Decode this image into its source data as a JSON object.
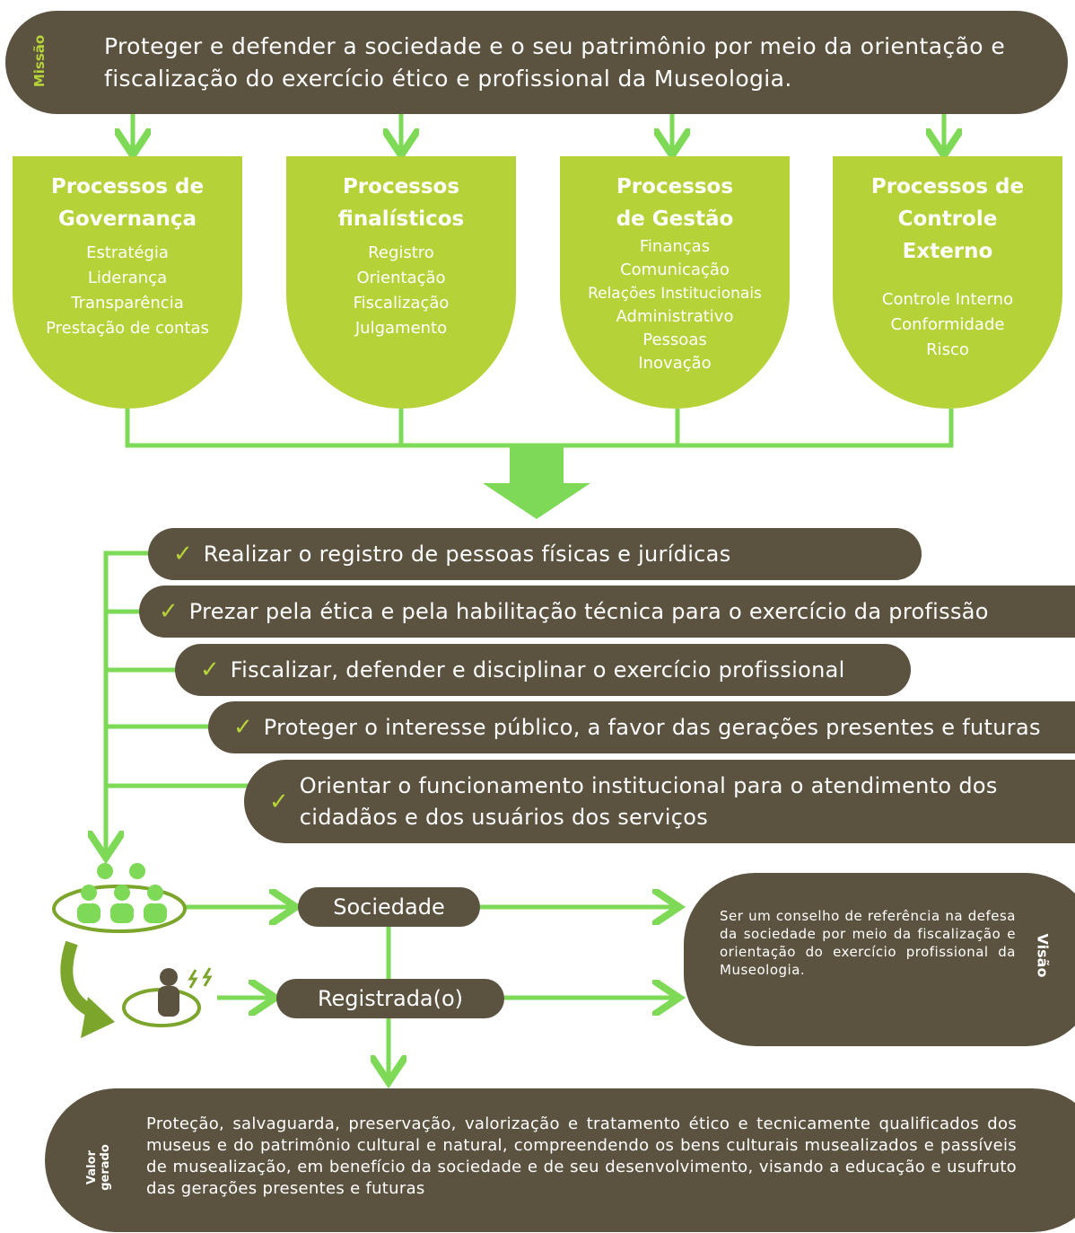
{
  "mission": {
    "tag": "Missão",
    "text": "Proteger e defender a sociedade e o seu patrimônio por meio da orientação e fiscalização do exercício ético e profissional da Museologia."
  },
  "processes": [
    {
      "title": "Processos de\nGovernança",
      "items": [
        "Estratégia",
        "Liderança",
        "Transparência",
        "Prestação de contas"
      ]
    },
    {
      "title": "Processos\nfinalísticos",
      "items": [
        "Registro",
        "Orientação",
        "Fiscalização",
        "Julgamento"
      ]
    },
    {
      "title": "Processos\nde Gestão",
      "items": [
        "Finanças",
        "Comunicação",
        "Relações Institucionais",
        "Administrativo",
        "Pessoas",
        "Inovação"
      ]
    },
    {
      "title": "Processos de\nControle\nExterno",
      "items": [
        "Controle Interno",
        "Conformidade",
        "Risco"
      ]
    }
  ],
  "objectives": [
    "Realizar o registro de pessoas físicas e jurídicas",
    "Prezar pela ética e pela habilitação técnica para o exercício da profissão",
    "Fiscalizar, defender e disciplinar o exercício profissional",
    "Proteger o interesse público, a favor das gerações presentes e futuras",
    "Orientar o funcionamento institucional para o atendimento dos cidadãos e dos usuários dos serviços"
  ],
  "beneficiaries": {
    "society": "Sociedade",
    "registered": "Registrada(o)"
  },
  "vision": {
    "tag": "Visão",
    "text": "Ser um conselho de referência na defesa da sociedade por meio da fiscalização e orientação do exercício profissional da Museologia."
  },
  "value": {
    "tag": "Valor\ngerado",
    "text": "Proteção, salvaguarda, preservação, valorização e tratamento ético e tecnicamente qualificados dos museus e do patrimônio cultural e natural, compreendendo os bens culturais musealizados e passíveis de musealização, em benefício da sociedade e de seu desenvolvimento, visando a educação e usufruto das gerações presentes e futuras"
  },
  "colors": {
    "dark": "#5b5240",
    "lime": "#b5d339",
    "green": "#7ed957",
    "olive": "#7ca52b"
  }
}
